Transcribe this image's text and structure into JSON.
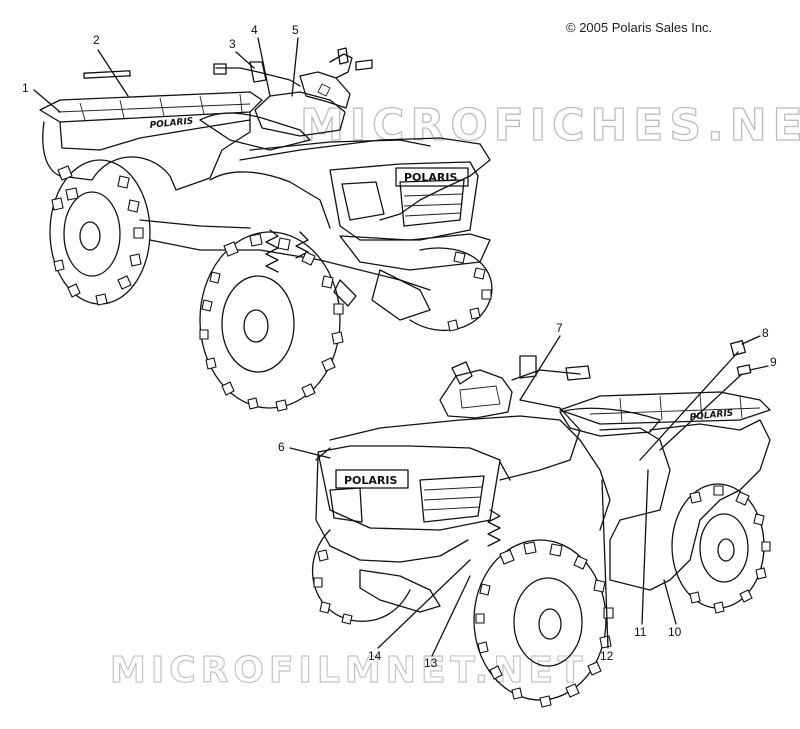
{
  "copyright": "© 2005 Polaris Sales Inc.",
  "watermarks": {
    "top": "MICROFICHES.NET",
    "bottom": "MICROFILMNET.NET"
  },
  "decals": {
    "fender_logo": "POLARIS",
    "grille_logo": "POLARIS"
  },
  "callouts": [
    {
      "id": "1",
      "label": "1"
    },
    {
      "id": "2",
      "label": "2"
    },
    {
      "id": "3",
      "label": "3"
    },
    {
      "id": "4",
      "label": "4"
    },
    {
      "id": "5",
      "label": "5"
    },
    {
      "id": "6",
      "label": "6"
    },
    {
      "id": "7",
      "label": "7"
    },
    {
      "id": "8",
      "label": "8"
    },
    {
      "id": "9",
      "label": "9"
    },
    {
      "id": "10",
      "label": "10"
    },
    {
      "id": "11",
      "label": "11"
    },
    {
      "id": "12",
      "label": "12"
    },
    {
      "id": "13",
      "label": "13"
    },
    {
      "id": "14",
      "label": "14"
    }
  ],
  "colors": {
    "line": "#111111",
    "watermark": "#bdbdbd",
    "background": "#ffffff"
  }
}
